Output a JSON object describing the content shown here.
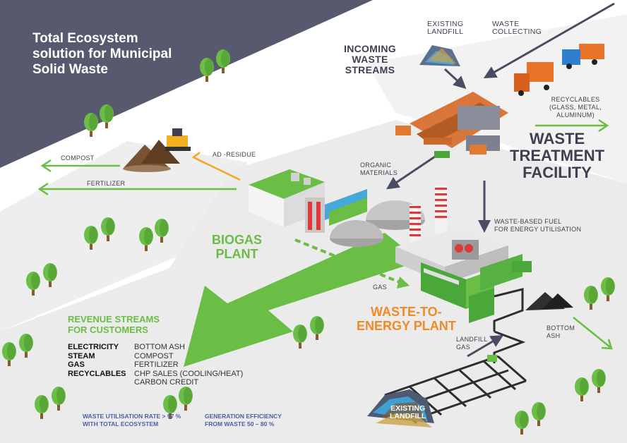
{
  "title": [
    "Total Ecosystem",
    "solution for Municipal",
    "Solid Waste"
  ],
  "incoming_streams": [
    "INCOMING",
    "WASTE",
    "STREAMS"
  ],
  "existing_landfill_top": [
    "EXISTING",
    "LANDFILL"
  ],
  "waste_collecting": [
    "WASTE",
    "COLLECTING"
  ],
  "recyclables_label": [
    "RECYCLABLES",
    "(GLASS, METAL,",
    "ALUMINUM)"
  ],
  "waste_treatment_facility": [
    "WASTE",
    "TREATMENT",
    "FACILITY"
  ],
  "compost_label": "COMPOST",
  "fertilizer_label": "FERTILIZER",
  "ad_residue_label": "AD -RESIDUE",
  "organic_materials": [
    "ORGANIC",
    "MATERIALS"
  ],
  "waste_based_fuel": [
    "WASTE-BASED FUEL",
    "FOR ENERGY UTILISATION"
  ],
  "biogas_plant": [
    "BIOGAS",
    "PLANT"
  ],
  "gas_label": "GAS",
  "waste_to_energy_plant": [
    "WASTE-TO-",
    "ENERGY PLANT"
  ],
  "bottom_ash_label": [
    "BOTTOM",
    "ASH"
  ],
  "landfill_gas": [
    "LANDFILL",
    "GAS"
  ],
  "existing_landfill_bottom": [
    "EXISTING",
    "LANDFILL"
  ],
  "revenue": {
    "title": [
      "REVENUE STREAMS",
      "FOR CUSTOMERS"
    ],
    "left": [
      "ELECTRICITY",
      "STEAM",
      "GAS",
      "RECYCLABLES"
    ],
    "right": [
      "BOTTOM ASH",
      "COMPOST",
      "FERTILIZER",
      "CHP SALES (COOLING/HEAT)",
      "CARBON CREDIT"
    ]
  },
  "footer": {
    "utilisation": [
      "WASTE UTILISATION RATE > 97 %",
      "WITH TOTAL ECOSYSTEM"
    ],
    "efficiency": [
      "GENERATION EFFICIENCY",
      "FROM WASTE 50 – 80 %"
    ]
  },
  "colors": {
    "dark_band": "#575a6f",
    "green": "#6abd45",
    "orange": "#f08a24",
    "arrow_gray": "#4a4d62",
    "ground": "#eaeaea"
  }
}
